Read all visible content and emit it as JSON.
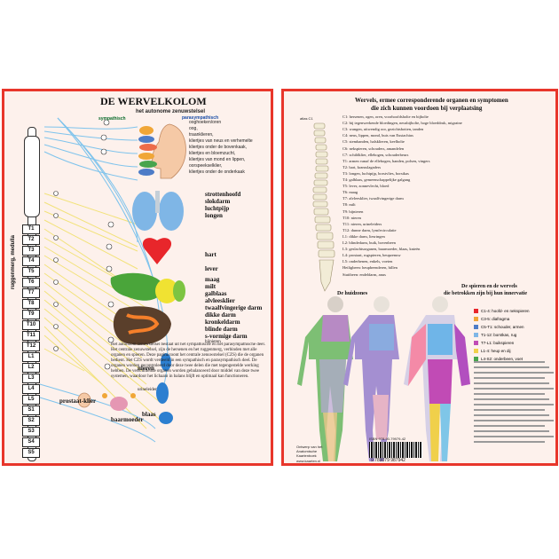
{
  "left": {
    "title": "DE WERVELKOLOM",
    "subtitle": "het autonome zenuwstelsel",
    "header_symp": "sympathisch",
    "header_para": "parasympathisch",
    "side_label": "ruggenmerg, medulla",
    "top_labels": [
      "ooghoeken/oren",
      "oog,",
      "traanklieren,",
      "kliertjes van neus en verhemelte",
      "kliertjes onder de bovenkaak,",
      "kliertjes en bloemzucht,",
      "kliertjes van mond en lippen,",
      "oorspeekselklier,",
      "kliertjes onder de onderkaak"
    ],
    "organ_labels": [
      "strottenhoofd",
      "slokdarm",
      "luchtpijp",
      "longen",
      "hart",
      "lever",
      "maag",
      "milt",
      "galblaas",
      "alvleesklier",
      "twaalfvingerige darm",
      "dikke darm",
      "kronkeldarm",
      "blinde darm",
      "s-vormige darm",
      "bijnieren",
      "nieren",
      "urineleider",
      "prostaat-klier",
      "blaas",
      "baarmoeder"
    ],
    "vertebrae": [
      "T1",
      "T2",
      "T3",
      "T4",
      "T5",
      "T6",
      "T7",
      "T8",
      "T9",
      "T10",
      "T11",
      "T12",
      "L1",
      "L2",
      "L3",
      "L4",
      "L5",
      "S1",
      "S2",
      "S3",
      "S4",
      "S5"
    ],
    "paragraph": "Het autonoom zenuwstelsel bestaat uit het sympathische en het parasympathische deel. Het centrale zenuwstelsel, zijn de hersenen en het ruggenmerg, verbinden met alle organen en spieren. Deze pagina toont het centrale zenuwstelsel (CZS) die de organen bedient. Het CZS wordt verdeeld in een sympathisch en parasympathisch deel. De organen worden gecontroleerd door deze twee delen die met tegengestelde werking hebben. De verschillende organen worden gebalanceerd door middel van deze twee systemen, waardoor het lichaam in balans blijft en optimaal kan functioneren."
  },
  "right": {
    "title": "Wervels, ermee corresponderende organen en symptomen",
    "title2": "die zich kunnen voordoen bij verplaatsing",
    "spine_top": "atlas C1",
    "rows": [
      "C1: hersenen, ogen, oren, voorhoofdsholte en bijholte",
      "C2: bij tegenwerkende bloedingen, neusbijholte, hoge bloeddruk, migraine",
      "C3: wangen, uitwendig oor, gezichtsbotten, tanden",
      "C4: neus, lippen, mond, buis van Eustachius",
      "C5: stembanden, halsklieren, keelholte",
      "C6: nekspieren, schouders, amandelen",
      "C7: schildklier, ellebogen, schouderbeurs",
      "T1: armen vanaf de ellebogen, handen, polsen, vingers",
      "T2: hart, kransslagaders",
      "T3: longen, luchtpijp, borstvlies, borstkas",
      "T4: galblaas, gemeenschappelijke galgang",
      "T5: lever, zonnevlecht, bloed",
      "T6: maag",
      "T7: alvleesklier, twaalfvingerige darm",
      "T8: milt",
      "T9: bijnieren",
      "T10: nieren",
      "T11: nieren, urineleiders",
      "T12: dunne darm, lymfecirculatie",
      "L1: dikke darm, liesringen",
      "L2: blindedarm, buik, bovenbeen",
      "L3: geslachtsorganen, baarmoeder, blaas, knieën",
      "L4: prostaat, rugspieren, heupzenuw",
      "L5: onderbenen, enkels, voeten",
      "Heiligbeen: heupbeenderen, billen",
      "Stuitbeen: endeldarm, anus"
    ],
    "section2_title": "De spieren en de wervels",
    "section2_title2": "die betrokken zijn bij hun innervatie",
    "dermatome_label": "De huidzones",
    "legend": [
      "C1-4: hoofd- en nekspieren",
      "C3-5: diafragma",
      "C5-T1: schouder, armen",
      "T1-12: borstkas, rug",
      "T7-L1: buikspieren",
      "L1-4: heup en dij",
      "L4-S2: onderbeen, voet"
    ],
    "footnote": "Ontwerp van het Anatomische Kaartenboek",
    "isbn_text": "ISBN 978-90-79979-42",
    "isbn_digits": "9 789079 987942",
    "website": "www.kaarten.nl"
  },
  "colors": {
    "border": "#e8362b",
    "panel_bg": "#fdf1ec"
  }
}
